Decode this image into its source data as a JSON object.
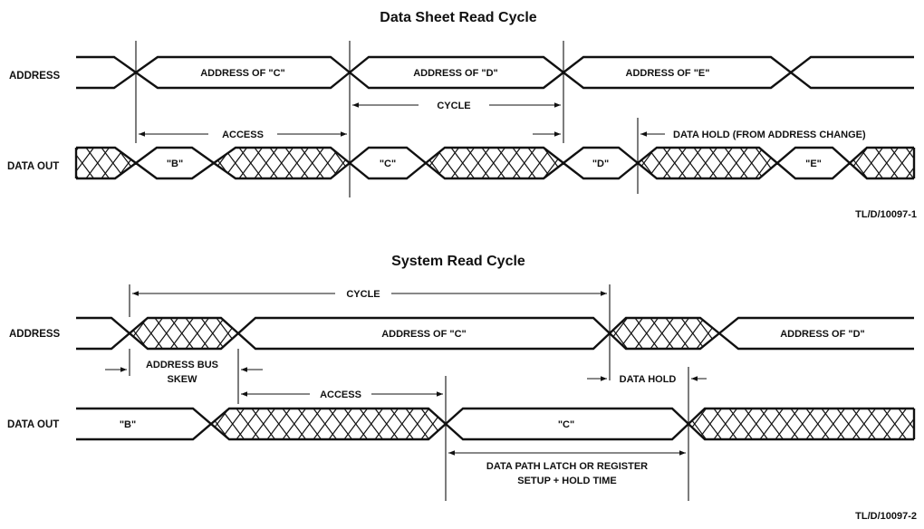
{
  "read_cycle": {
    "title": "Data Sheet Read Cycle",
    "row_address": "ADDRESS",
    "row_data_out": "DATA OUT",
    "address_c": "ADDRESS OF \"C\"",
    "address_d": "ADDRESS OF \"D\"",
    "address_e": "ADDRESS OF \"E\"",
    "cycle": "CYCLE",
    "access": "ACCESS",
    "data_hold": "DATA HOLD (FROM ADDRESS CHANGE)",
    "data_b": "\"B\"",
    "data_c": "\"C\"",
    "data_d": "\"D\"",
    "data_e": "\"E\"",
    "ref": "TL/D/10097-1"
  },
  "system_cycle": {
    "title": "System Read Cycle",
    "row_address": "ADDRESS",
    "row_data_out": "DATA OUT",
    "cycle": "CYCLE",
    "address_c": "ADDRESS OF \"C\"",
    "address_d": "ADDRESS OF \"D\"",
    "bus_skew_1": "ADDRESS BUS",
    "bus_skew_2": "SKEW",
    "data_hold": "DATA HOLD",
    "access": "ACCESS",
    "data_b": "\"B\"",
    "data_c": "\"C\"",
    "latch_1": "DATA PATH LATCH OR REGISTER",
    "latch_2": "SETUP + HOLD TIME",
    "ref": "TL/D/10097-2"
  }
}
